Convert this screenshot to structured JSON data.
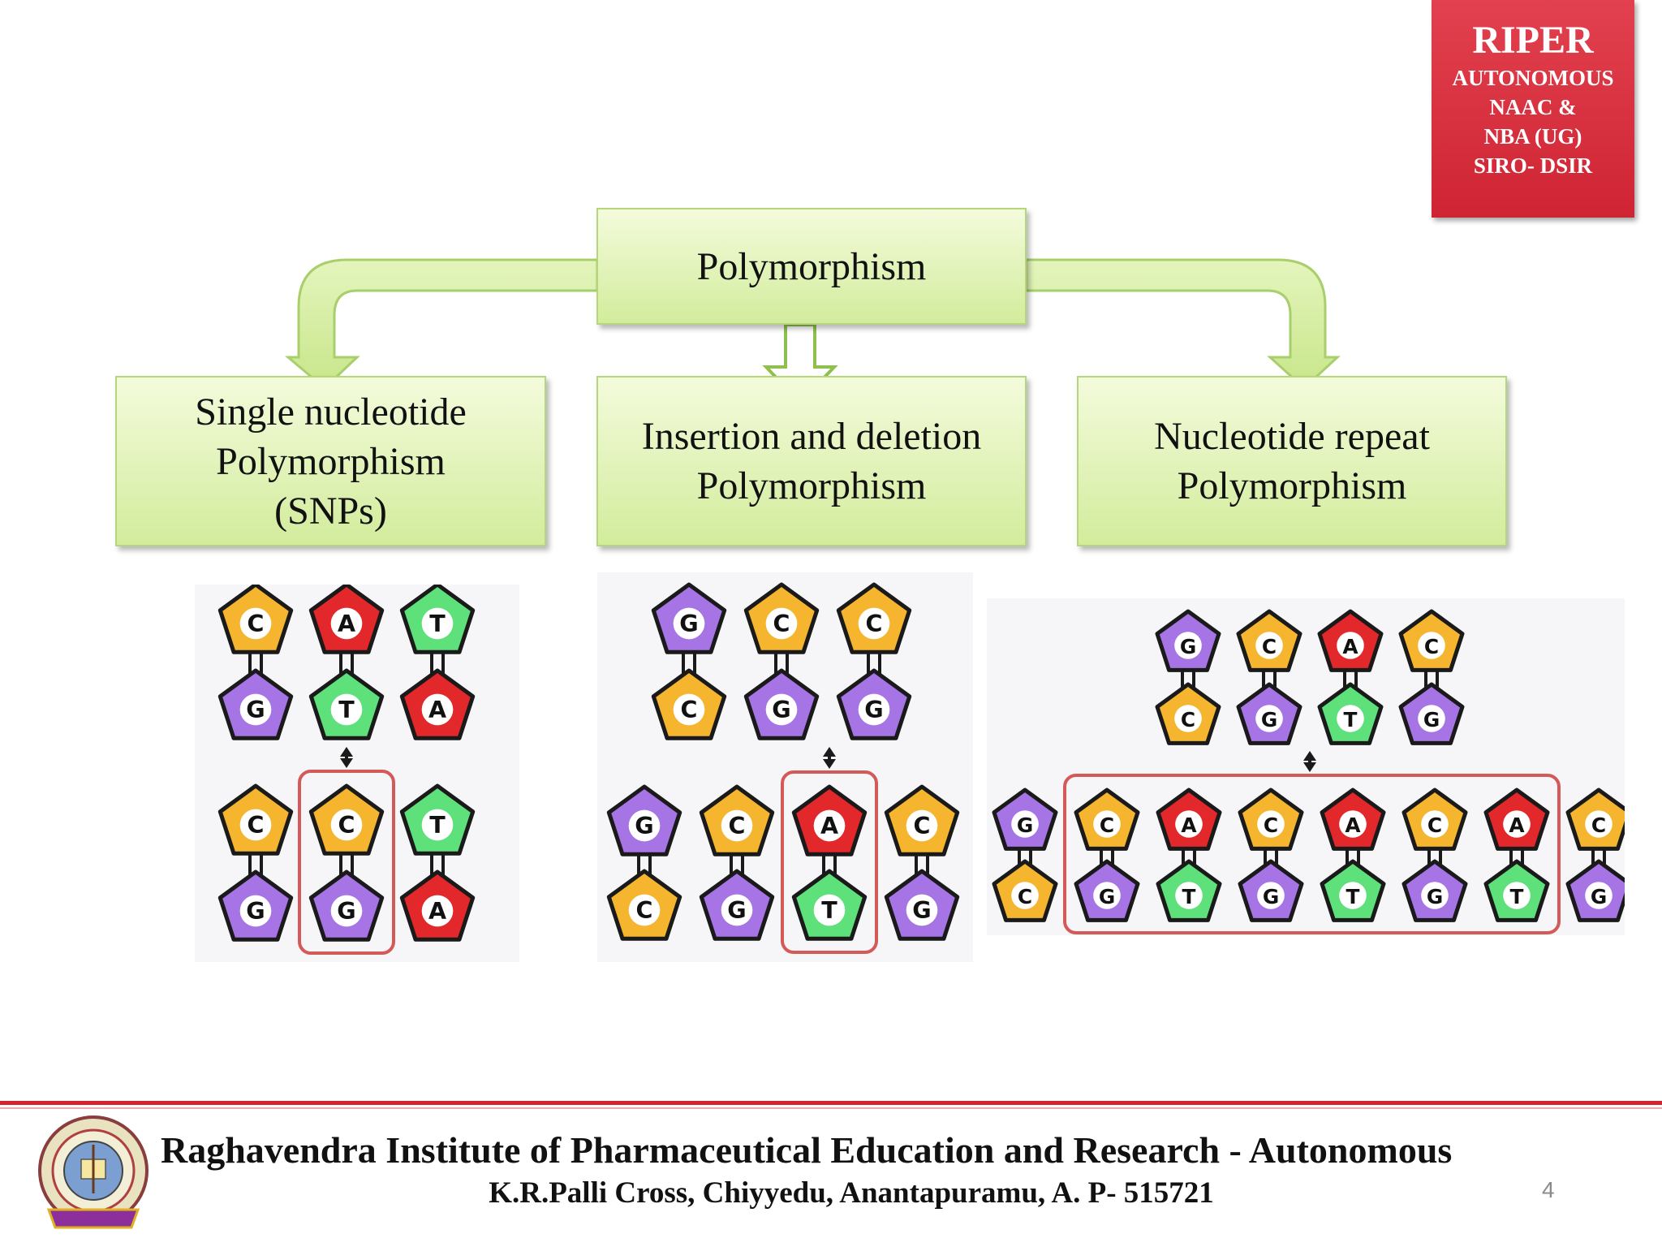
{
  "badge": {
    "title": "RIPER",
    "lines": [
      "AUTONOMOUS",
      "NAAC &",
      "NBA (UG)",
      "SIRO- DSIR"
    ]
  },
  "diagram": {
    "root": "Polymorphism",
    "children": [
      {
        "lines": [
          "Single nucleotide",
          "Polymorphism",
          "(SNPs)"
        ]
      },
      {
        "lines": [
          "Insertion and deletion",
          "Polymorphism"
        ]
      },
      {
        "lines": [
          "Nucleotide repeat",
          "Polymorphism"
        ]
      }
    ]
  },
  "colors": {
    "C": "#f5b52e",
    "A": "#e3282c",
    "T": "#5ee07a",
    "G": "#a774e6",
    "highlight": "#d45a5a",
    "badge": "#d62a38",
    "box_border": "#b5d67a"
  },
  "panels": [
    {
      "top": [
        [
          "C",
          "G"
        ],
        [
          "A",
          "T"
        ],
        [
          "T",
          "A"
        ]
      ],
      "bottom": [
        [
          "C",
          "G"
        ],
        [
          "C",
          "G"
        ],
        [
          "T",
          "A"
        ]
      ],
      "highlight": [
        1,
        1
      ]
    },
    {
      "top": [
        [
          "G",
          "C"
        ],
        [
          "C",
          "G"
        ],
        [
          "C",
          "G"
        ]
      ],
      "bottom": [
        [
          "G",
          "C"
        ],
        [
          "C",
          "G"
        ],
        [
          "A",
          "T"
        ],
        [
          "C",
          "G"
        ]
      ],
      "highlight": [
        2,
        2
      ]
    },
    {
      "top": [
        [
          "G",
          "C"
        ],
        [
          "C",
          "G"
        ],
        [
          "A",
          "T"
        ],
        [
          "C",
          "G"
        ]
      ],
      "bottom": [
        [
          "G",
          "C"
        ],
        [
          "C",
          "G"
        ],
        [
          "A",
          "T"
        ],
        [
          "C",
          "G"
        ],
        [
          "A",
          "T"
        ],
        [
          "C",
          "G"
        ],
        [
          "A",
          "T"
        ],
        [
          "C",
          "G"
        ]
      ],
      "highlight": [
        1,
        6
      ]
    }
  ],
  "footer": {
    "institute": "Raghavendra Institute of Pharmaceutical Education and Research - Autonomous",
    "address": "K.R.Palli Cross, Chiyyedu, Anantapuramu, A. P- 515721",
    "page_number": "4"
  }
}
